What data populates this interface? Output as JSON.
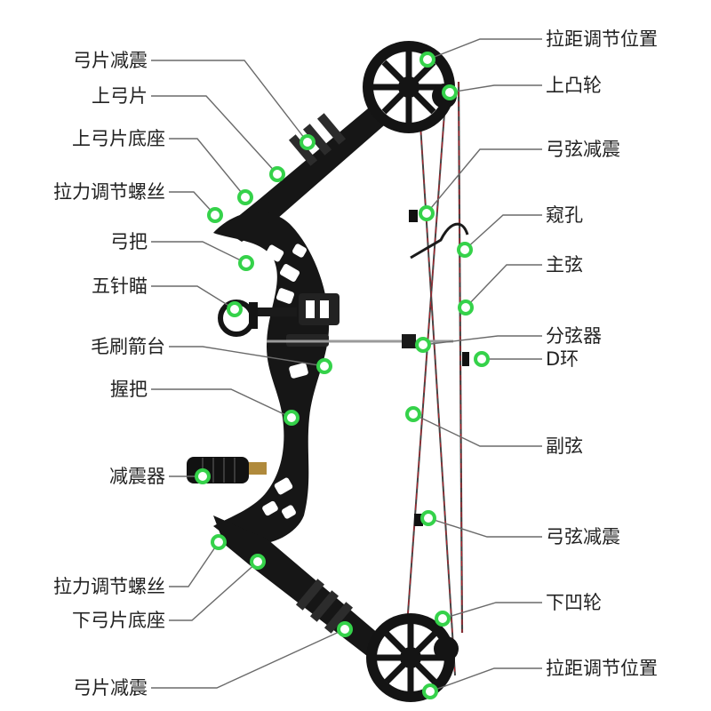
{
  "colors": {
    "marker": "#35d24a",
    "leader": "#6a6a6a",
    "bow": "#161616",
    "string_red": "#b3222c",
    "text": "#222222"
  },
  "left_labels": [
    {
      "id": "upper-limb-dampener",
      "text": "弓片减震"
    },
    {
      "id": "upper-limb",
      "text": "上弓片"
    },
    {
      "id": "upper-limb-pocket",
      "text": "上弓片底座"
    },
    {
      "id": "upper-draw-weight-screw",
      "text": "拉力调节螺丝"
    },
    {
      "id": "grip-handle",
      "text": "弓把"
    },
    {
      "id": "five-pin-sight",
      "text": "五针瞄"
    },
    {
      "id": "brush-arrow-rest",
      "text": "毛刷箭台"
    },
    {
      "id": "grip",
      "text": "握把"
    },
    {
      "id": "stabilizer",
      "text": "减震器"
    },
    {
      "id": "lower-draw-weight-screw",
      "text": "拉力调节螺丝"
    },
    {
      "id": "lower-limb-pocket",
      "text": "下弓片底座"
    },
    {
      "id": "lower-limb-dampener",
      "text": "弓片减震"
    }
  ],
  "right_labels": [
    {
      "id": "upper-draw-length-adjust",
      "text": "拉距调节位置"
    },
    {
      "id": "upper-cam",
      "text": "上凸轮"
    },
    {
      "id": "upper-string-dampener",
      "text": "弓弦减震"
    },
    {
      "id": "peep-sight",
      "text": "窥孔"
    },
    {
      "id": "main-string",
      "text": "主弦"
    },
    {
      "id": "cable-slide",
      "text": "分弦器"
    },
    {
      "id": "d-loop",
      "text": "D环"
    },
    {
      "id": "cable",
      "text": "副弦"
    },
    {
      "id": "lower-string-dampener",
      "text": "弓弦减震"
    },
    {
      "id": "lower-cam",
      "text": "下凹轮"
    },
    {
      "id": "lower-draw-length-adjust",
      "text": "拉距调节位置"
    }
  ]
}
